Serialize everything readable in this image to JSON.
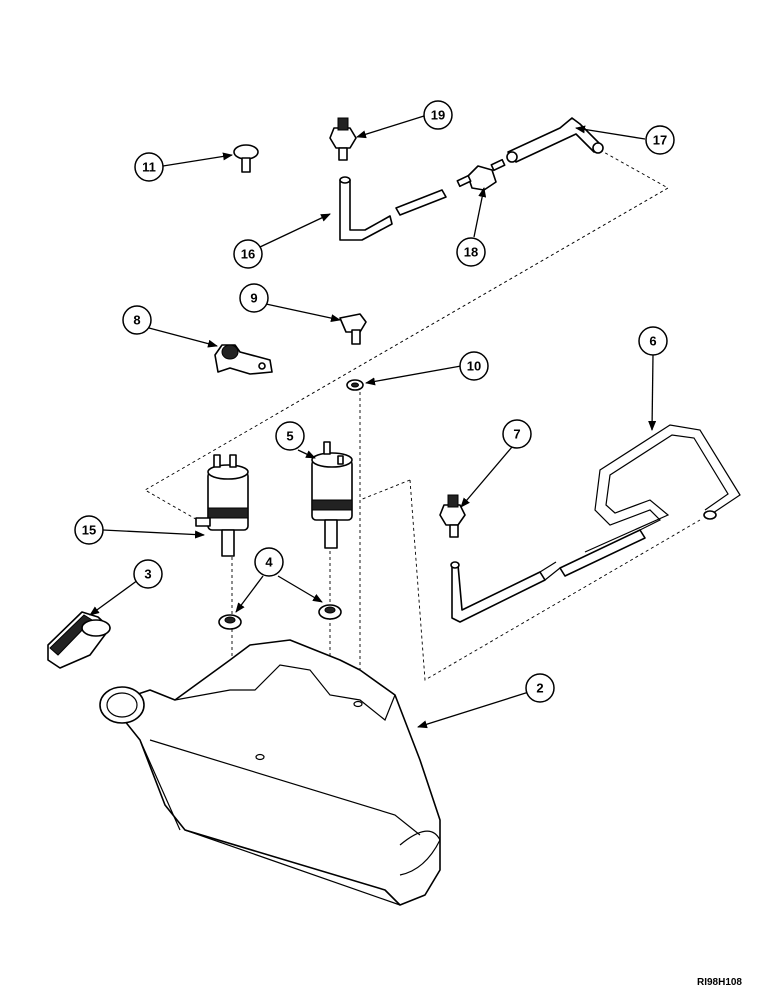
{
  "callouts": [
    "2",
    "3",
    "4",
    "5",
    "6",
    "7",
    "8",
    "9",
    "10",
    "11",
    "15",
    "16",
    "17",
    "18",
    "19"
  ],
  "reference_code": "RI98H108"
}
